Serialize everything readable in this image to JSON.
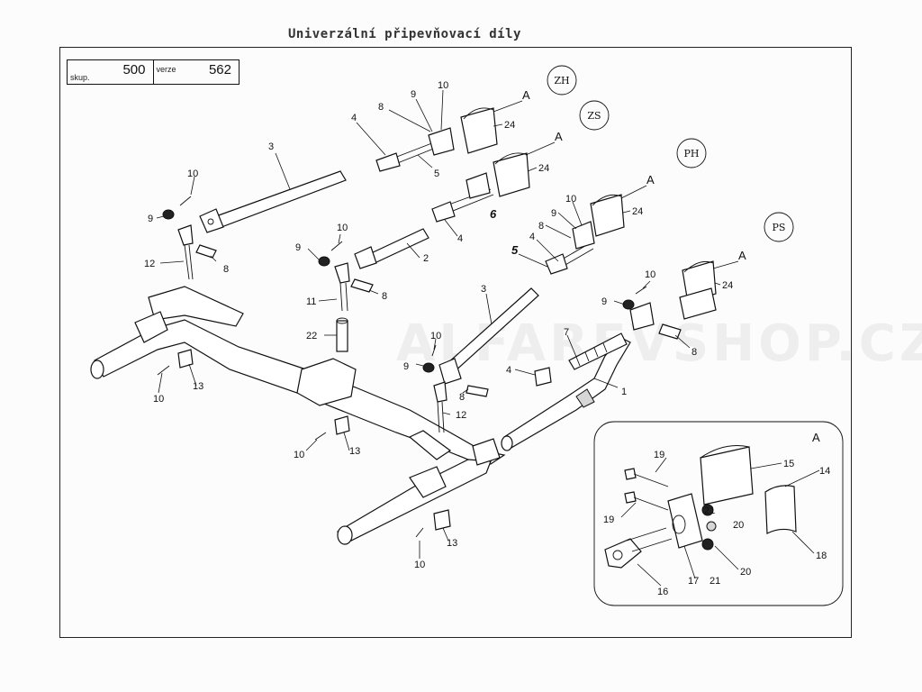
{
  "title": "Univerzální připevňovací díly",
  "header": {
    "skup_label": "skup.",
    "skup_value": "500",
    "verze_label": "verze",
    "verze_value": "562"
  },
  "variant_codes": [
    "ZH",
    "ZS",
    "PH",
    "PS"
  ],
  "detail_marker": "A",
  "part_labels": {
    "p1": "1",
    "p2": "2",
    "p3": "3",
    "p4": "4",
    "p5": "5",
    "p6": "6",
    "p7": "7",
    "p8": "8",
    "p9": "9",
    "p10": "10",
    "p11": "11",
    "p12": "12",
    "p13": "13",
    "p14": "14",
    "p15": "15",
    "p16": "16",
    "p17": "17",
    "p18": "18",
    "p19": "19",
    "p20": "20",
    "p21": "21",
    "p22": "22",
    "p24": "24"
  }
}
